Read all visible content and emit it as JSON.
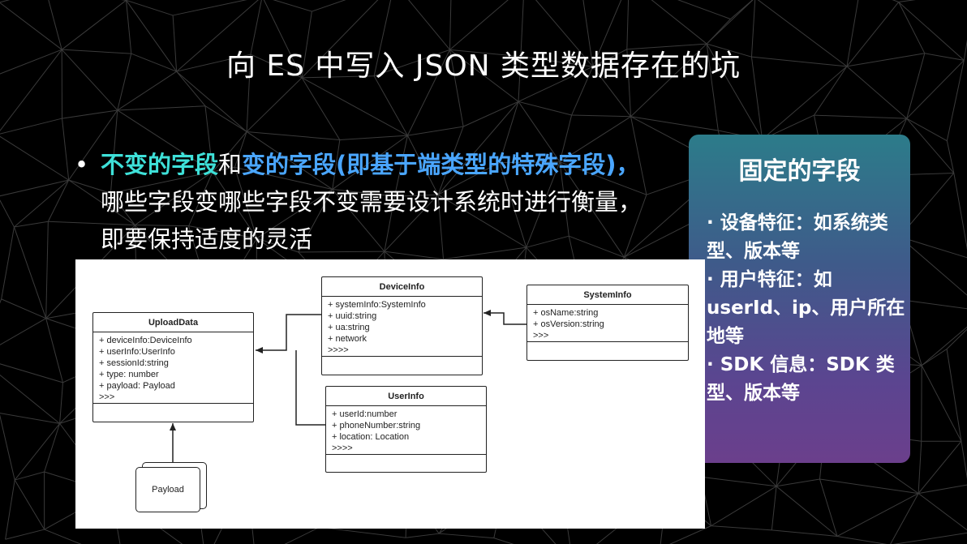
{
  "slide": {
    "title": "向 ES 中写入 JSON 类型数据存在的坑",
    "bullet": {
      "marker": "•",
      "part_fixed": "不变的字段",
      "joiner": "和",
      "part_variable": "变的字段(即基于端类型的特殊字段)",
      "comma": "，",
      "rest": "哪些字段变哪些字段不变需要设计系统时进行衡量，即要保持适度的灵活"
    },
    "colors": {
      "background": "#000000",
      "highlight_cyan": "#3ee0d8",
      "highlight_blue": "#4aa6ff",
      "card_top": "#2c7c8a",
      "card_bottom": "#6b3f8c"
    }
  },
  "side_card": {
    "title": "固定的字段",
    "items": [
      "· 设备特征：如系统类型、版本等",
      "· 用户特征：如 userId、ip、用户所在地等",
      "· SDK 信息：SDK 类型、版本等"
    ]
  },
  "diagram": {
    "classes": {
      "upload": {
        "name": "UploadData",
        "fields": [
          "+ deviceInfo:DeviceInfo",
          "+ userInfo:UserInfo",
          "+ sessionId:string",
          "+ type: number",
          "+ payload: Payload",
          ">>>"
        ]
      },
      "device": {
        "name": "DeviceInfo",
        "fields": [
          "+ systemInfo:SystemInfo",
          "+ uuid:string",
          "+ ua:string",
          "+ network",
          ">>>>"
        ]
      },
      "system": {
        "name": "SystemInfo",
        "fields": [
          "+ osName:string",
          "+ osVersion:string",
          ">>>"
        ]
      },
      "user": {
        "name": "UserInfo",
        "fields": [
          "+ userId:number",
          "+ phoneNumber:string",
          "+ location: Location",
          ">>>>"
        ]
      }
    },
    "payload_label": "Payload"
  }
}
